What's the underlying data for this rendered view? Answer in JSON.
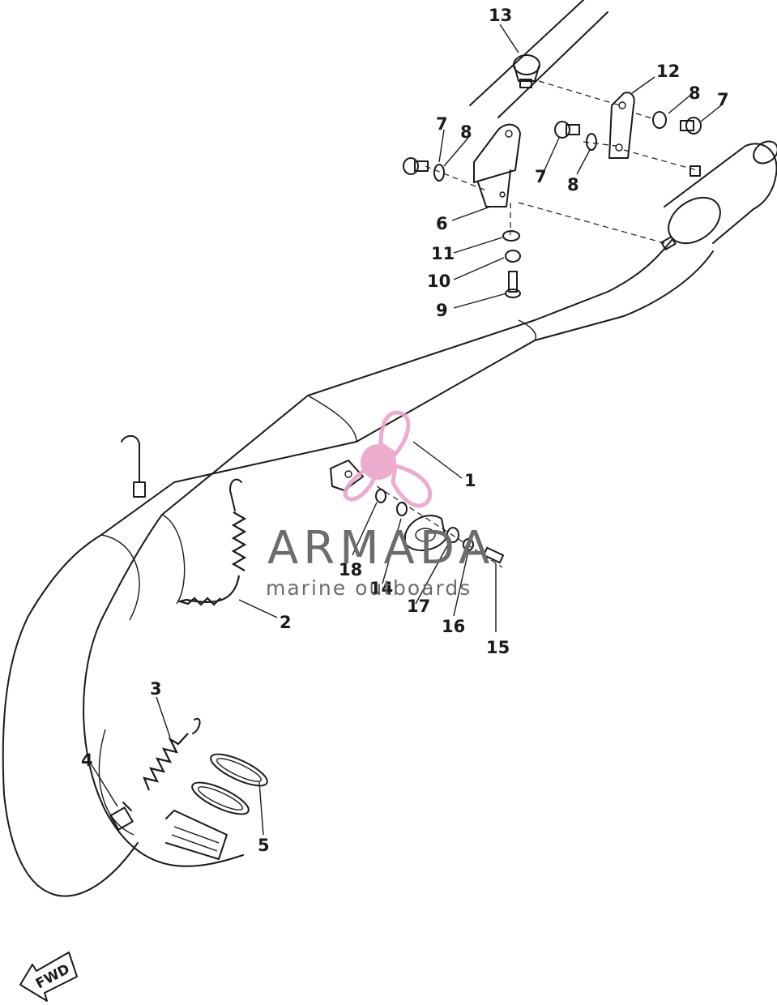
{
  "callouts": {
    "c1": "1",
    "c2": "2",
    "c3": "3",
    "c4": "4",
    "c5": "5",
    "c6": "6",
    "c7a": "7",
    "c7b": "7",
    "c7c": "7",
    "c8a": "8",
    "c8b": "8",
    "c8c": "8",
    "c9": "9",
    "c10": "10",
    "c11": "11",
    "c12": "12",
    "c13": "13",
    "c14": "14",
    "c15": "15",
    "c16": "16",
    "c17": "17",
    "c18": "18"
  },
  "direction_marker": {
    "label": "FWD"
  },
  "watermark": {
    "brand": "ARMADA",
    "tagline": "marine outboards",
    "logo_color": "#e9a4c8",
    "text_color": "#6c6c6c"
  }
}
